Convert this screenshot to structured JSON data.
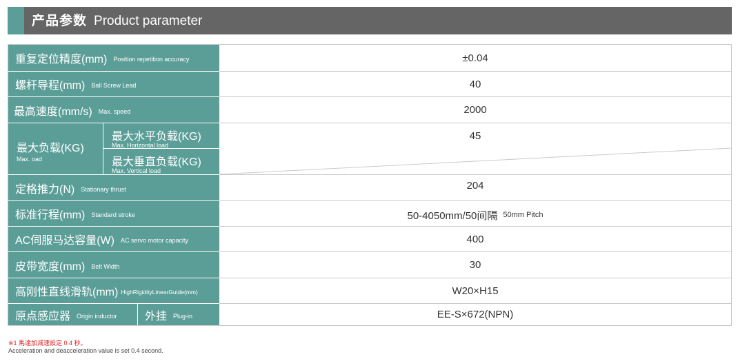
{
  "header": {
    "title_zh": "产品参数",
    "title_en": "Product parameter"
  },
  "rows": [
    {
      "label_zh": "重复定位精度(mm)",
      "label_en": "Position repetition accuracy",
      "value": "±0.04"
    },
    {
      "label_zh": "螺杆导程(mm)",
      "label_en": "Ball Screw Lead",
      "value": "40"
    },
    {
      "label_zh": "最高速度(mm/s)",
      "label_en": "Max. speed",
      "value": "2000"
    }
  ],
  "max_load": {
    "label_zh": "最大负载(KG)",
    "label_en": "Max. oad",
    "horizontal": {
      "label_zh": "最大水平负载(KG)",
      "label_en": "Max. Horizontal load",
      "value": "45"
    },
    "vertical": {
      "label_zh": "最大垂直负载(KG)",
      "label_en": "Max. Vertical load",
      "value": ""
    }
  },
  "rows2": [
    {
      "label_zh": "定格推力(N)",
      "label_en": "Stationary thrust",
      "value": "204"
    },
    {
      "label_zh": "标准行程(mm)",
      "label_en": "Standard stroke",
      "value": "50-4050mm/50间隔",
      "value_suffix": "50mm Pitch"
    },
    {
      "label_zh": "AC伺服马达容量(W)",
      "label_en": "AC servo motor capacity",
      "value": "400"
    },
    {
      "label_zh": "皮带宽度(mm)",
      "label_en": "Belt Width",
      "value": "30"
    },
    {
      "label_zh": "高刚性直线滑轨(mm)",
      "label_en": "HighRigidityLinearGuide(mm)",
      "value": "W20×H15"
    }
  ],
  "inductor": {
    "label_zh": "原点感应器",
    "label_en": "Origin inductor",
    "sub_zh": "外挂",
    "sub_en": "Plug-in",
    "value": "EE-S×672(NPN)"
  },
  "notes": {
    "zh": "※1 馬達加減速設定 0.4 秒。",
    "en": "Acceleration and deacceleration value is set 0.4 second."
  },
  "colors": {
    "header_bg": "#656565",
    "accent": "#5b9e98",
    "border": "#c9c9c9",
    "note_red": "#e02020"
  }
}
